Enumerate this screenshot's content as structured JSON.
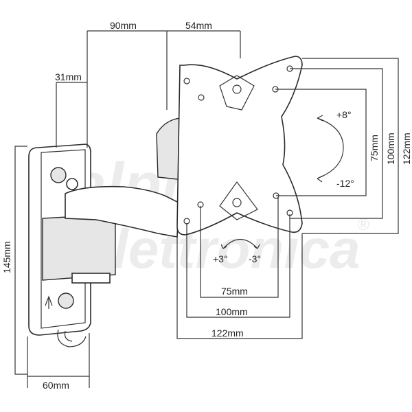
{
  "dimensions": {
    "arm_depth": "90mm",
    "plate_offset": "54mm",
    "wall_plate_depth": "31mm",
    "wall_plate_height": "145mm",
    "wall_plate_width": "60mm",
    "vesa_v_75": "75mm",
    "vesa_v_100": "100mm",
    "vesa_v_122": "122mm",
    "vesa_h_75": "75mm",
    "vesa_h_100": "100mm",
    "vesa_h_122": "122mm"
  },
  "angles": {
    "tilt_up": "+8°",
    "tilt_down": "-12°",
    "swivel_left": "+3°",
    "swivel_right": "-3°"
  },
  "watermark": {
    "line1": "alpha",
    "line2": "elettronica",
    "mark": "®"
  }
}
